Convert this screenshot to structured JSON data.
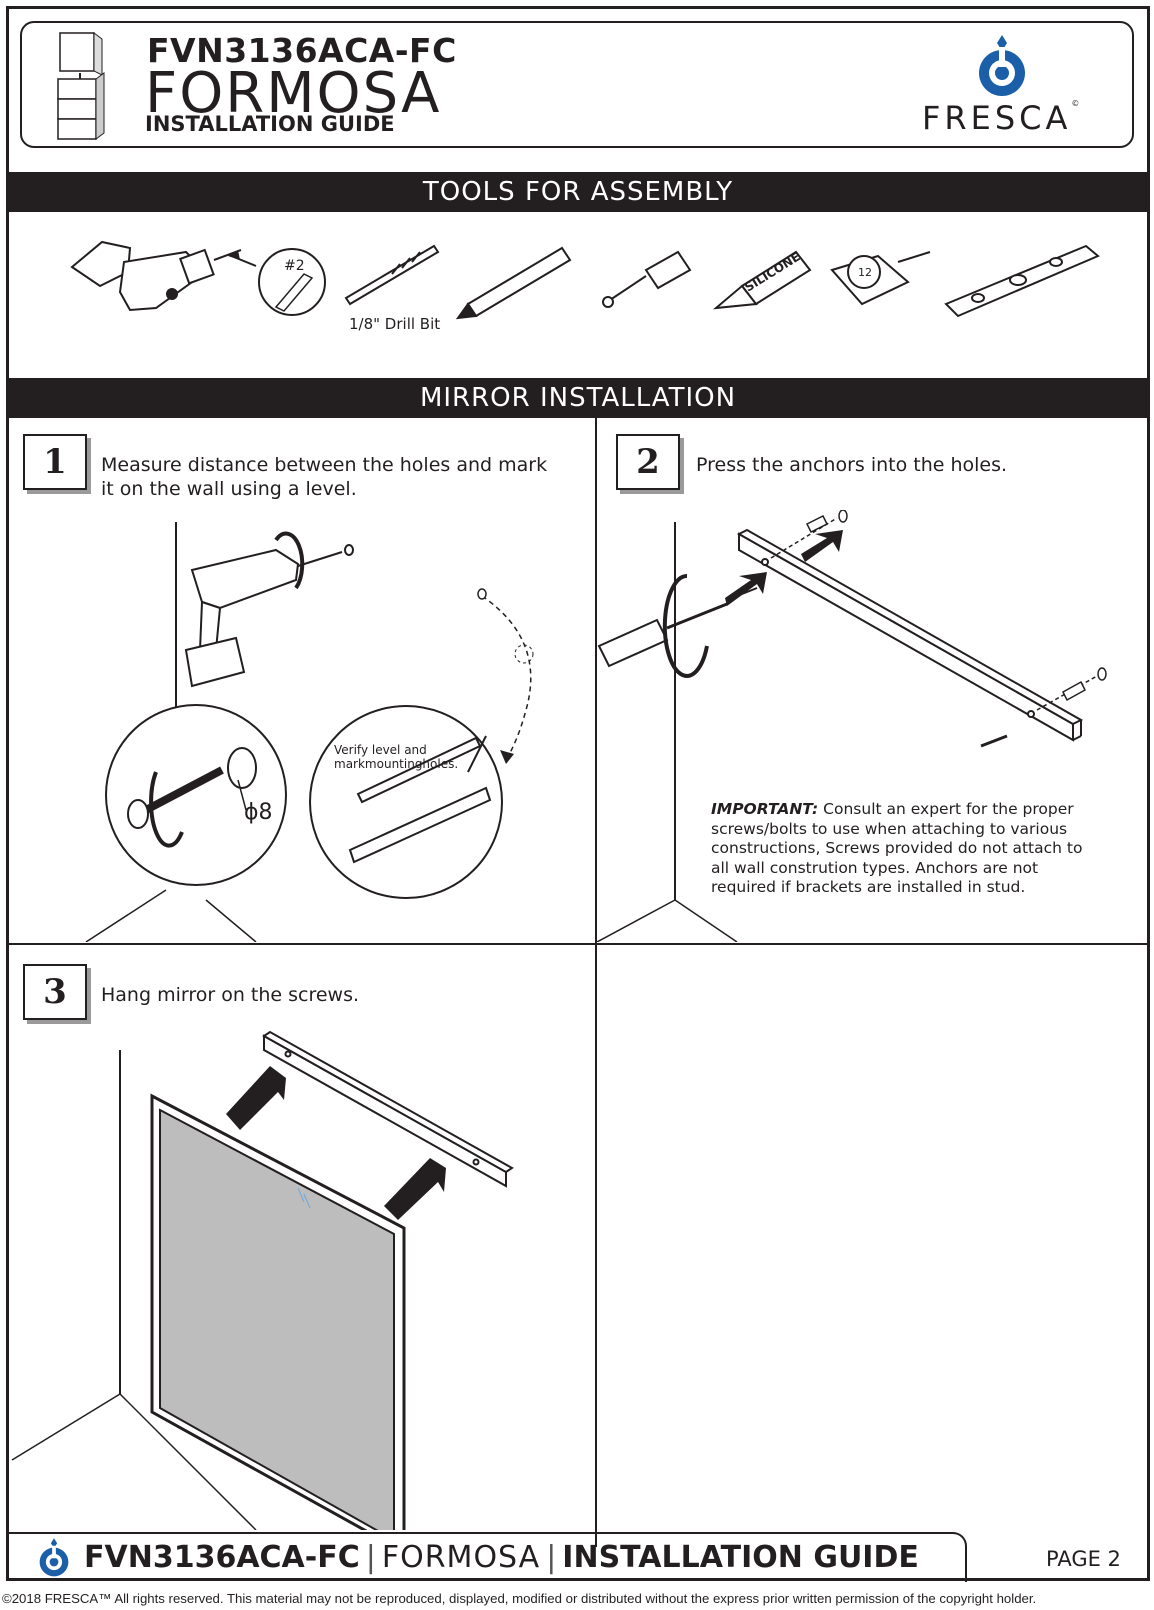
{
  "header": {
    "model": "FVN3136ACA-FC",
    "series": "FORMOSA",
    "guide": "INSTALLATION GUIDE",
    "brand": "FRESCA",
    "brand_mark": "©"
  },
  "sections": {
    "tools_title": "TOOLS FOR ASSEMBLY",
    "mirror_title": "MIRROR INSTALLATION"
  },
  "tools": {
    "items": [
      "drill-icon",
      "phillips-bit-icon",
      "drill-bit-icon",
      "pencil-icon",
      "screwdriver-icon",
      "silicone-tube-icon",
      "tape-measure-icon",
      "level-icon"
    ],
    "bit_badge": "#2",
    "drill_bit_label": "1/8\" Drill Bit",
    "silicone_label": "SILICONE",
    "tape_label": "12"
  },
  "steps": [
    {
      "number": "1",
      "text_line1": "Measure distance between the holes and mark",
      "text_line2": "it on the wall using a level.",
      "callout": "Verify level and markmountingholes.",
      "diameter": "ϕ8"
    },
    {
      "number": "2",
      "text": "Press the anchors into the holes."
    },
    {
      "number": "3",
      "text": "Hang mirror on the screws."
    }
  ],
  "important": {
    "label": "IMPORTANT:",
    "text": "Consult an expert for the proper screws/bolts to use when attaching to various constructions, Screws provided do not attach to all wall constrution types. Anchors are not required if brackets are installed in stud."
  },
  "footer": {
    "model": "FVN3136ACA-FC",
    "series": "FORMOSA",
    "guide": "INSTALLATION GUIDE",
    "page": "PAGE 2",
    "copyright": "©2018 FRESCA™ All rights reserved. This material may not be reproduced, displayed, modified or distributed without the express prior written permission of the copyright holder."
  },
  "colors": {
    "ink": "#231f20",
    "brand_blue": "#1b5fa8",
    "mirror_gray": "#bdbdbd"
  }
}
